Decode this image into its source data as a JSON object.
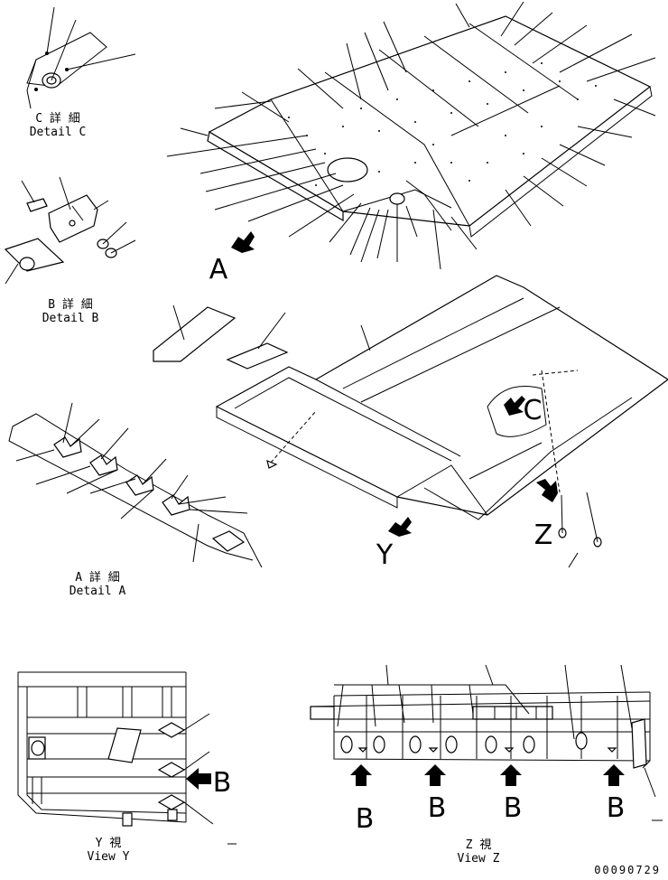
{
  "details": {
    "c": {
      "jp": "C 詳 細",
      "en": "Detail C"
    },
    "b": {
      "jp": "B 詳 細",
      "en": "Detail B"
    },
    "a": {
      "jp": "A 詳 細",
      "en": "Detail A"
    }
  },
  "views": {
    "y": {
      "jp": "Y 視",
      "en": "View Y"
    },
    "z": {
      "jp": "Z 視",
      "en": "View Z"
    }
  },
  "letters": {
    "a": "A",
    "y": "Y",
    "z": "Z",
    "c": "C",
    "b_view_y": "B",
    "b_view_z": [
      "B",
      "B",
      "B",
      "B"
    ]
  },
  "drawing_number": "00090729"
}
